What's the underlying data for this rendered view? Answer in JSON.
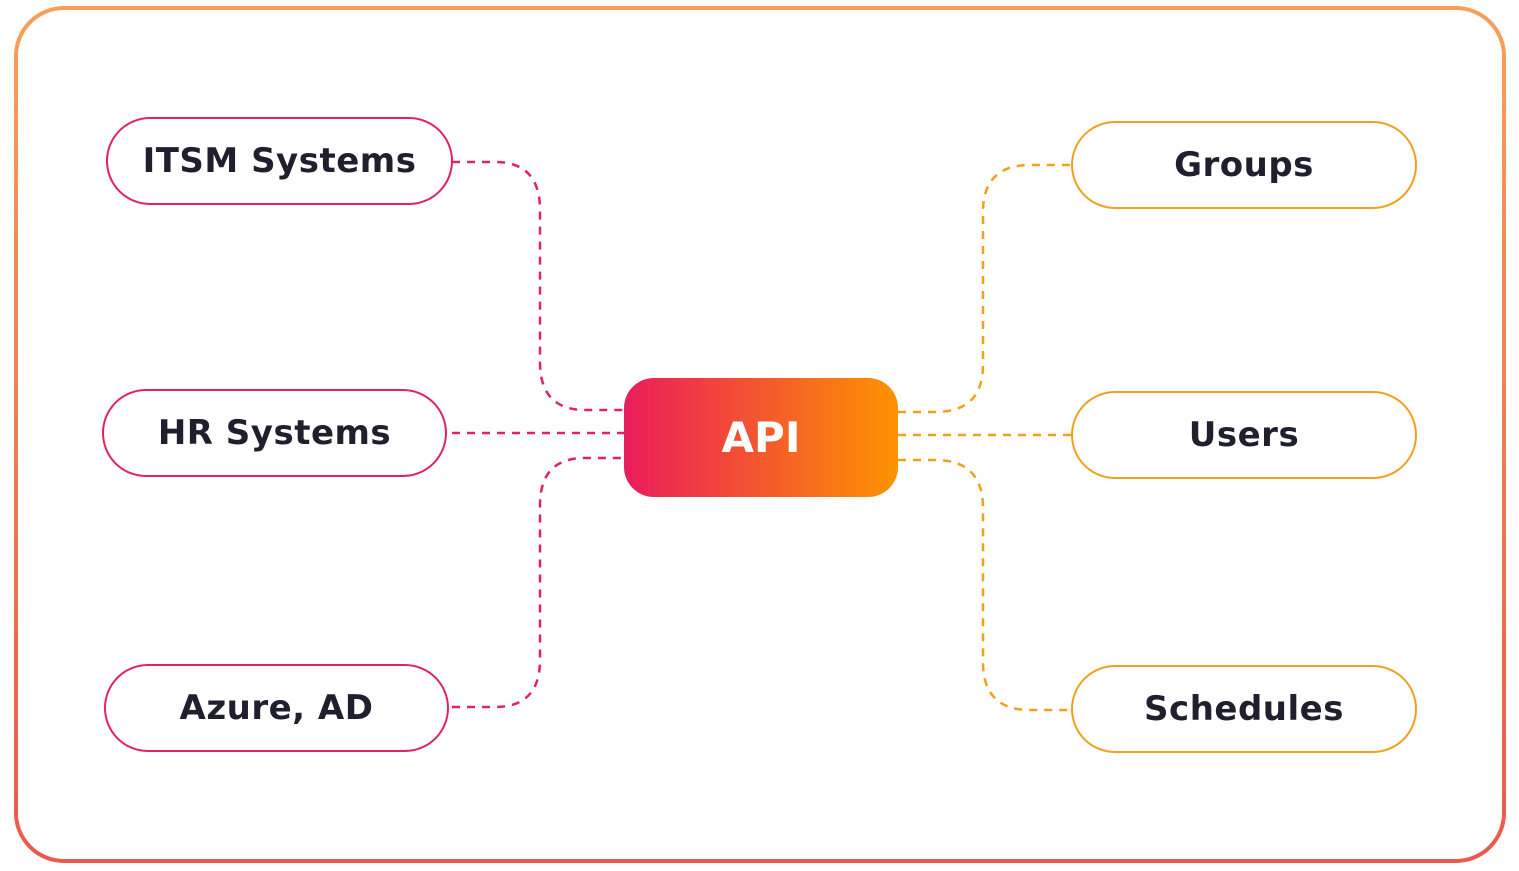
{
  "diagram": {
    "center": {
      "label": "API"
    },
    "sources": [
      {
        "label": "ITSM Systems"
      },
      {
        "label": "HR Systems"
      },
      {
        "label": "Azure, AD"
      }
    ],
    "targets": [
      {
        "label": "Groups"
      },
      {
        "label": "Users"
      },
      {
        "label": "Schedules"
      }
    ]
  },
  "colors": {
    "frame_top": "#f6a05a",
    "frame_bottom": "#ea5a4e",
    "source_accent": "#e0245e",
    "target_accent": "#f0a01e",
    "api_gradient_start": "#ea1c5c",
    "api_gradient_end": "#fd9300",
    "text": "#1f1f2e"
  }
}
